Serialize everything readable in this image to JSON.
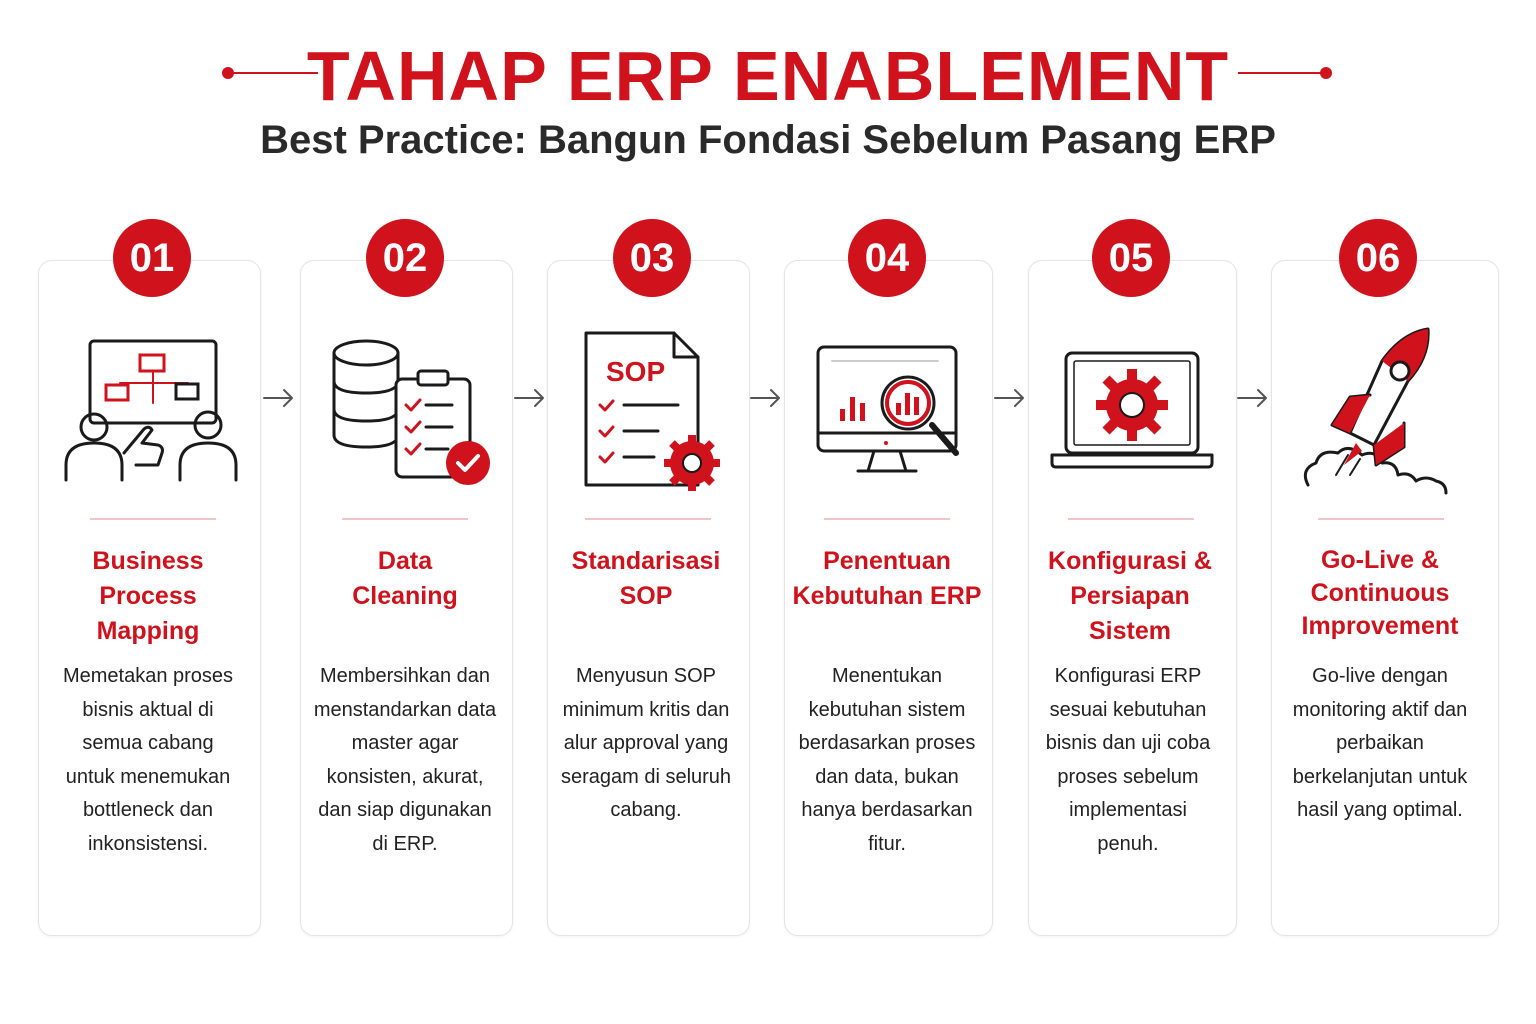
{
  "header": {
    "title": "TAHAP ERP ENABLEMENT",
    "subtitle": "Best Practice: Bangun Fondasi Sebelum Pasang ERP",
    "accent_color": "#d0121c"
  },
  "steps": [
    {
      "number": "01",
      "title": "Business Process Mapping",
      "description": "Memetakan proses bisnis aktual di semua cabang untuk menemukan bottleneck dan inkonsistensi.",
      "icon": "process-mapping-icon"
    },
    {
      "number": "02",
      "title": "Data Cleaning",
      "description": "Membersihkan dan menstandarkan data master agar konsisten, akurat, dan siap digunakan di ERP.",
      "icon": "database-checklist-icon"
    },
    {
      "number": "03",
      "title": "Standarisasi SOP",
      "description": "Menyusun SOP minimum kritis dan alur approval yang seragam di seluruh cabang.",
      "icon": "sop-document-icon",
      "icon_label": "SOP"
    },
    {
      "number": "04",
      "title": "Penentuan Kebutuhan ERP",
      "description": "Menentukan kebutuhan sistem berdasarkan proses dan data, bukan hanya berdasarkan fitur.",
      "icon": "monitor-analysis-icon"
    },
    {
      "number": "05",
      "title": "Konfigurasi & Persiapan Sistem",
      "description": "Konfigurasi ERP sesuai kebutuhan bisnis dan uji coba proses sebelum implementasi penuh.",
      "icon": "laptop-gear-icon"
    },
    {
      "number": "06",
      "title": "Go-Live & Continuous Improvement",
      "description": "Go-live dengan monitoring aktif dan perbaikan berkelanjutan untuk hasil yang optimal.",
      "icon": "rocket-icon"
    }
  ]
}
